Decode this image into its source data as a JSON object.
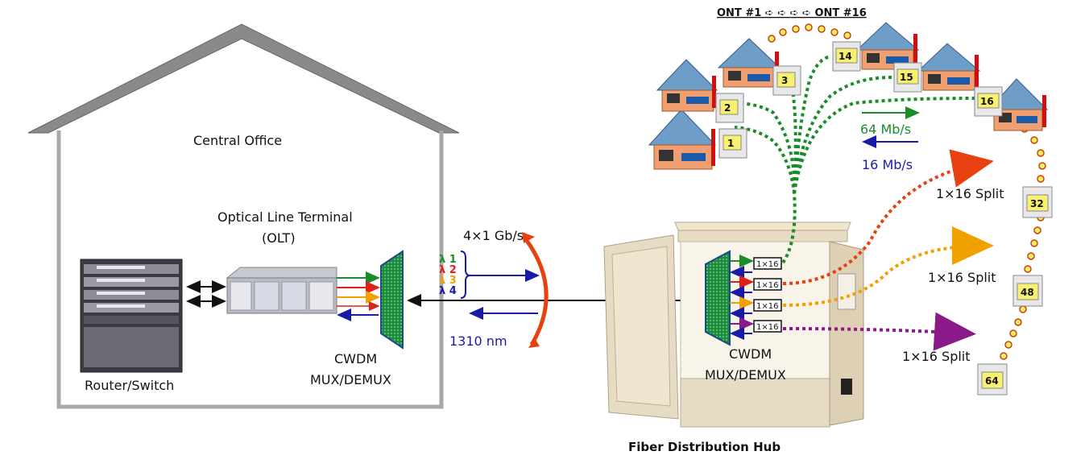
{
  "labels": {
    "central_office": "Central Office",
    "olt_line1": "Optical Line Terminal",
    "olt_line2": "(OLT)",
    "router_switch": "Router/Switch",
    "cwdm_left_line1": "CWDM",
    "cwdm_left_line2": "MUX/DEMUX",
    "cwdm_right_line1": "CWDM",
    "cwdm_right_line2": "MUX/DEMUX",
    "fiber_hub": "Fiber Distribution Hub",
    "rate_4x1": "4×1 Gb/s",
    "wavelength_1310": "1310 nm",
    "downstream_rate": "64 Mb/s",
    "upstream_rate": "16 Mb/s",
    "ont_header": "ONT #1  ➪    ➪    ➪    ➪  ONT #16"
  },
  "lambdas": [
    {
      "label": "λ 1",
      "color": "#1a8c2a"
    },
    {
      "label": "λ 2",
      "color": "#e0201a"
    },
    {
      "label": "λ 3",
      "color": "#f0a000"
    },
    {
      "label": "λ 4",
      "color": "#1a1aa8"
    }
  ],
  "splits": [
    {
      "label": "1×16 Split",
      "box": "1×16",
      "color": "#e84010"
    },
    {
      "label": "1×16 Split",
      "box": "1×16",
      "color": "#f0a000"
    },
    {
      "label": "1×16 Split",
      "box": "1×16",
      "color": "#8a1a8a"
    }
  ],
  "green_box": "1×16",
  "onts": [
    "1",
    "2",
    "3",
    "14",
    "15",
    "16",
    "32",
    "48",
    "64"
  ],
  "colors": {
    "green": "#1a8c2a",
    "blue": "#1a1aa8",
    "red": "#e84010",
    "orange": "#f0a000",
    "purple": "#8a1a8a",
    "mux_fill": "#2aa050"
  }
}
